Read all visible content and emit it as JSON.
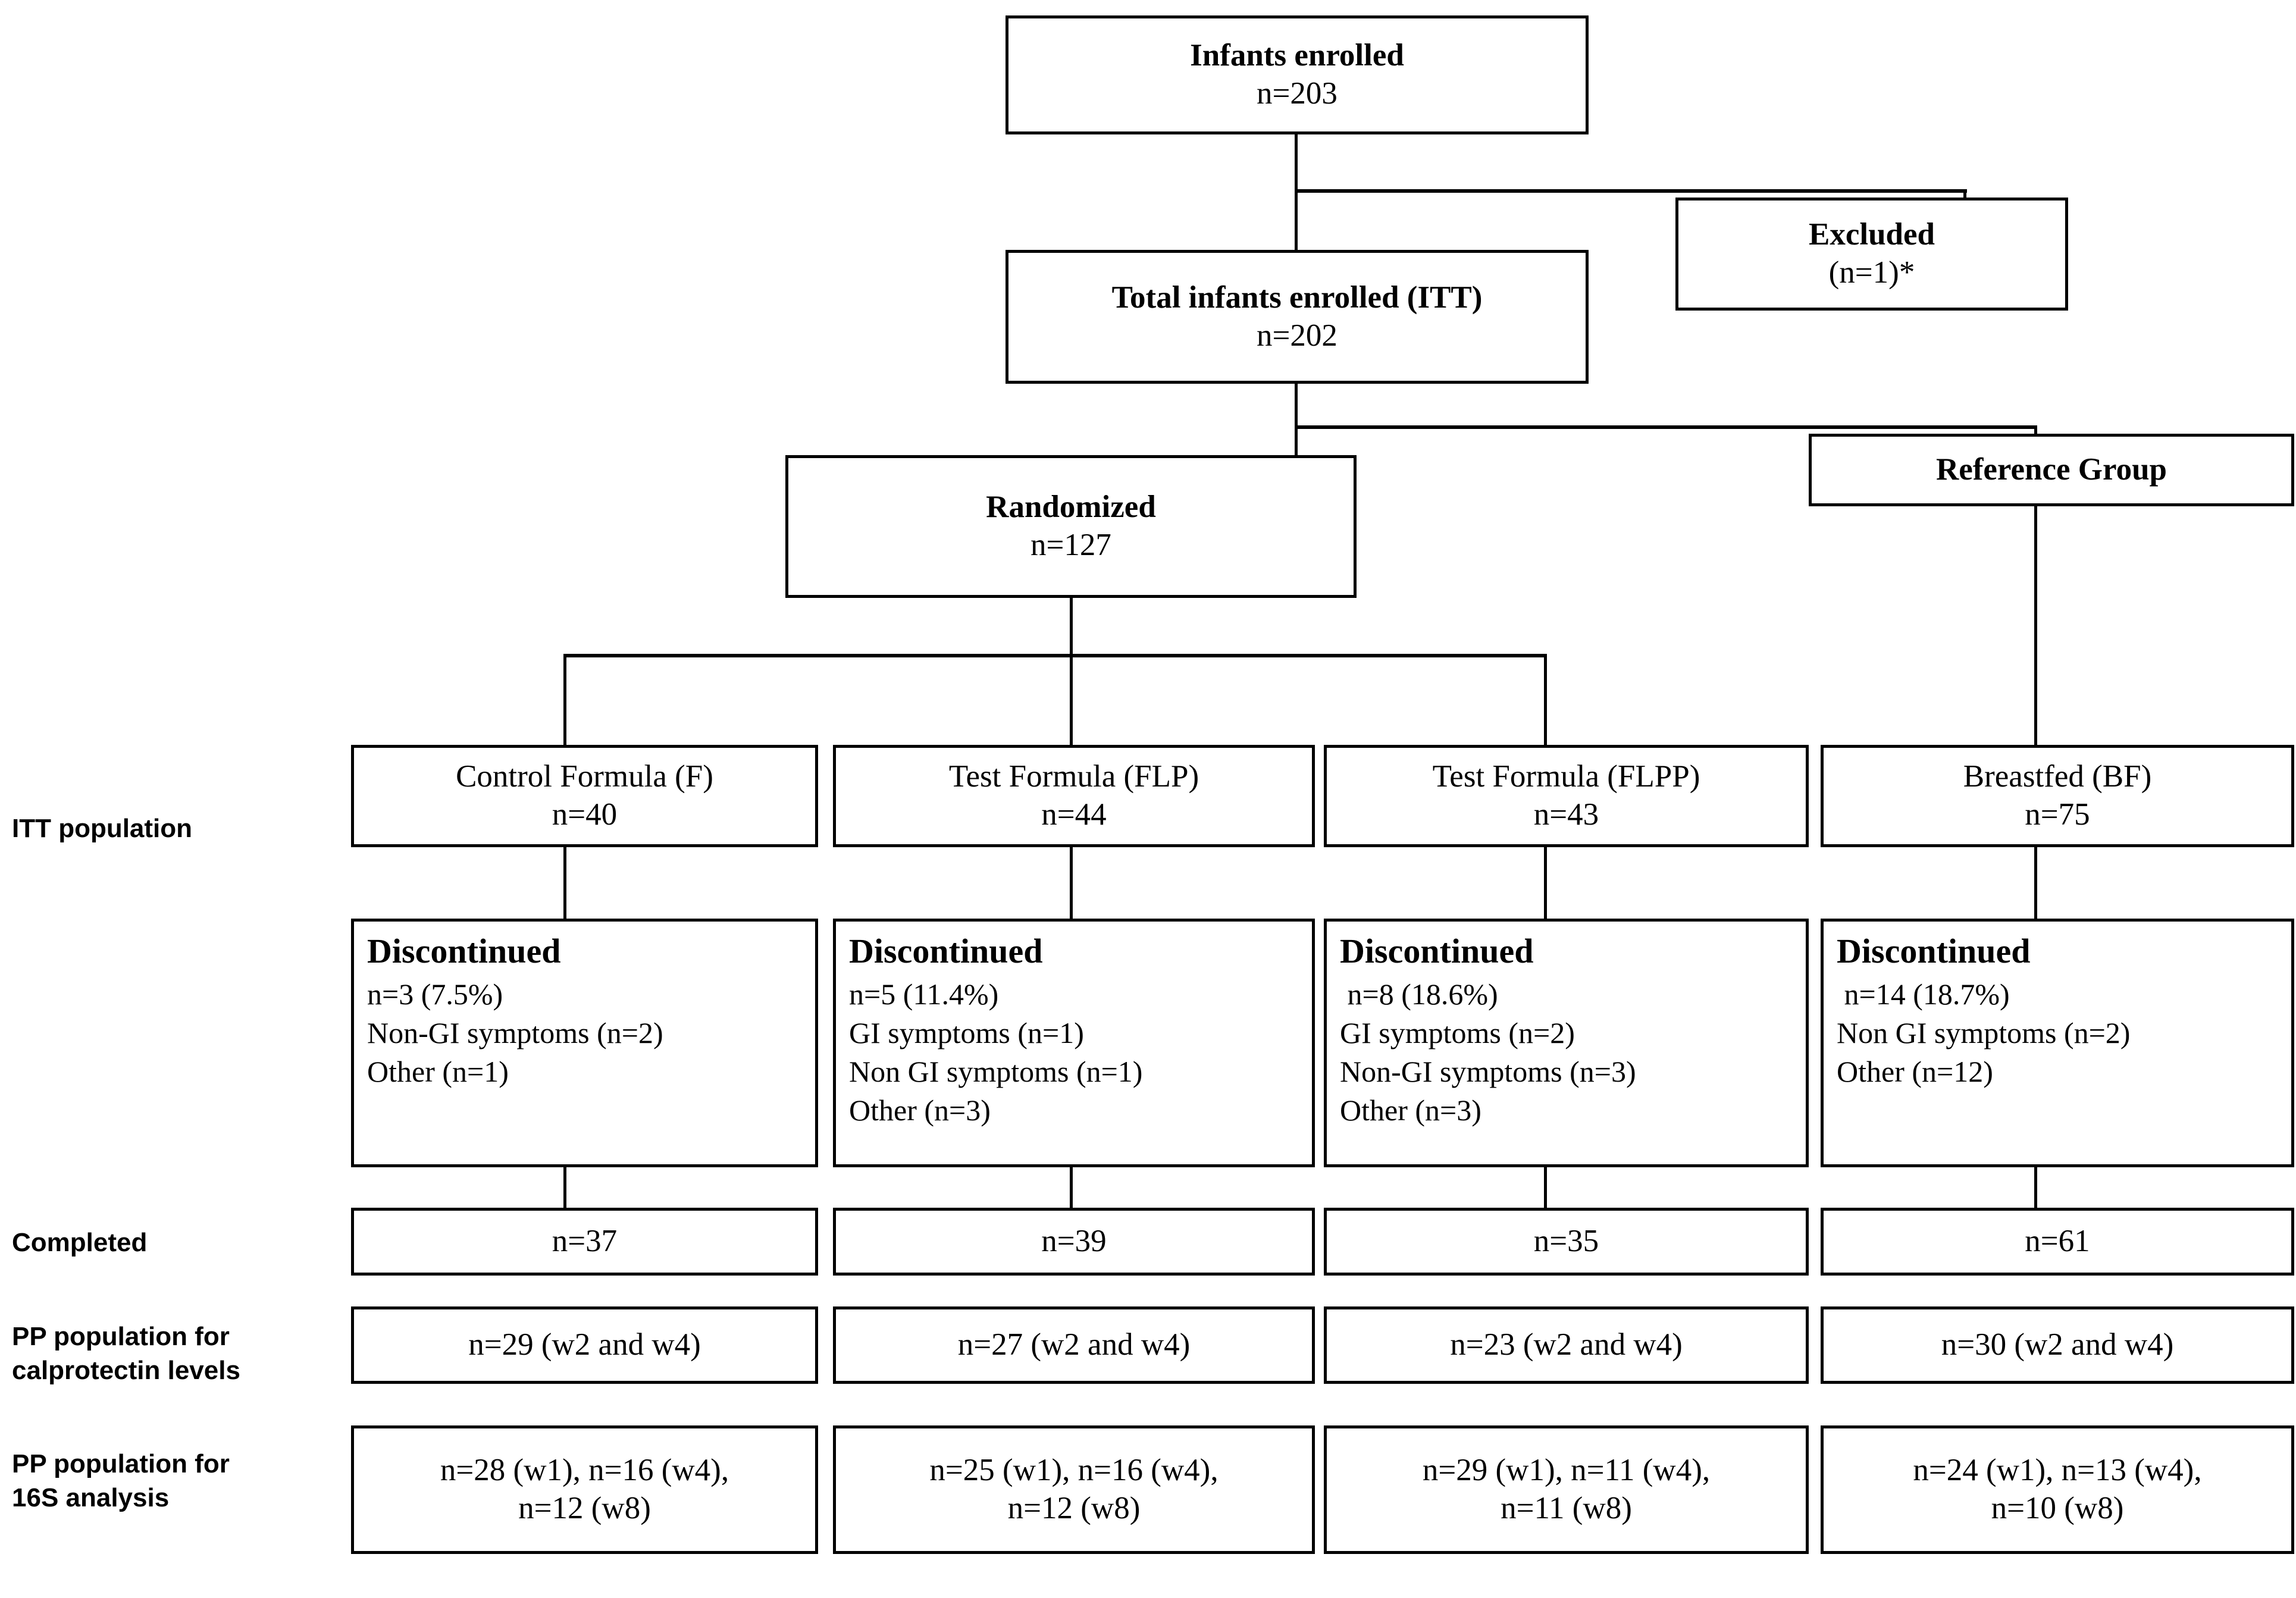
{
  "diagram": {
    "title": "CONSORT participant flow diagram",
    "colors": {
      "line": "#000000",
      "background": "#ffffff",
      "text": "#000000"
    }
  },
  "nodes": {
    "enrolled": {
      "title": "Infants enrolled",
      "line2": "n=203"
    },
    "excluded": {
      "title": "Excluded",
      "line2": "(n=1)*"
    },
    "itt_total": {
      "title": "Total infants enrolled (ITT)",
      "line2": "n=202"
    },
    "randomized": {
      "title": "Randomized",
      "line2": "n=127"
    },
    "reference": {
      "title": "Reference Group",
      "line2": ""
    }
  },
  "row_labels": {
    "itt_population": "ITT population",
    "completed": "Completed",
    "pp_calprotectin": "PP  population for\ncalprotectin levels",
    "pp_16s": "PP  population for\n16S analysis"
  },
  "columns": [
    {
      "key": "control_f",
      "group_title": "Control Formula (F)",
      "group_n": "n=40",
      "discontinued": {
        "title": "Discontinued",
        "lines": [
          "n=3 (7.5%)",
          "Non-GI symptoms (n=2)",
          "Other (n=1)"
        ]
      },
      "completed": "n=37",
      "pp_calprotectin": "n=29 (w2 and w4)",
      "pp_16s": [
        "n=28 (w1), n=16 (w4),",
        "n=12 (w8)"
      ]
    },
    {
      "key": "test_flp",
      "group_title": "Test Formula (FLP)",
      "group_n": "n=44",
      "discontinued": {
        "title": "Discontinued",
        "lines": [
          "n=5 (11.4%)",
          "GI symptoms (n=1)",
          "Non GI symptoms (n=1)",
          "Other (n=3)"
        ]
      },
      "completed": "n=39",
      "pp_calprotectin": "n=27 (w2 and w4)",
      "pp_16s": [
        "n=25 (w1), n=16 (w4),",
        "n=12 (w8)"
      ]
    },
    {
      "key": "test_flpp",
      "group_title": "Test Formula (FLPP)",
      "group_n": "n=43",
      "discontinued": {
        "title": "Discontinued",
        "lines": [
          " n=8 (18.6%)",
          "GI symptoms (n=2)",
          "Non-GI symptoms (n=3)",
          "Other (n=3)"
        ]
      },
      "completed": "n=35",
      "pp_calprotectin": "n=23 (w2 and w4)",
      "pp_16s": [
        "n=29 (w1), n=11 (w4),",
        "n=11 (w8)"
      ]
    },
    {
      "key": "breastfed_bf",
      "group_title": "Breastfed (BF)",
      "group_n": "n=75",
      "discontinued": {
        "title": "Discontinued",
        "lines": [
          " n=14 (18.7%)",
          "Non GI symptoms (n=2)",
          "Other (n=12)"
        ]
      },
      "completed": "n=61",
      "pp_calprotectin": "n=30 (w2 and w4)",
      "pp_16s": [
        "n=24 (w1), n=13 (w4),",
        "n=10 (w8)"
      ]
    }
  ]
}
